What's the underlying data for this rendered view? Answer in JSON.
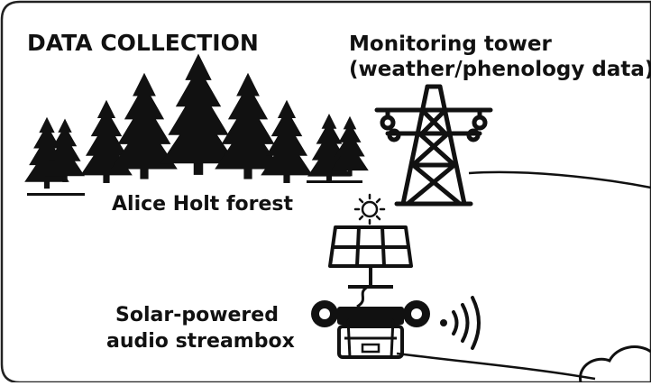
{
  "section_title": "DATA COLLECTION",
  "forest": {
    "label": "Alice Holt forest"
  },
  "tower": {
    "label_line1": "Monitoring tower",
    "label_line2": "(weather/phenology data)"
  },
  "streambox": {
    "label_line1": "Solar-powered",
    "label_line2": "audio streambox"
  },
  "icons": [
    "tree-icon",
    "transmission-tower-icon",
    "sun-icon",
    "solar-panel-icon",
    "audio-recorder-box-icon",
    "wireless-signal-icon",
    "cloud-icon",
    "cable-line"
  ],
  "colors": {
    "ink": "#111111",
    "background": "#ffffff",
    "frame": "#222222"
  }
}
